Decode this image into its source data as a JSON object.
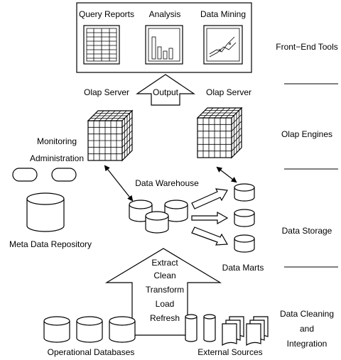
{
  "front_end": {
    "tools": [
      {
        "label": "Query Reports",
        "icon": "table-icon"
      },
      {
        "label": "Analysis",
        "icon": "bar-chart-icon"
      },
      {
        "label": "Data Mining",
        "icon": "line-chart-icon"
      }
    ]
  },
  "olap": {
    "left_label": "Olap Server",
    "right_label": "Olap Server",
    "output_label": "Output"
  },
  "monitoring": {
    "line1": "Monitoring",
    "line2": "Administration"
  },
  "metadata": {
    "label": "Meta Data Repository"
  },
  "warehouse": {
    "label": "Data Warehouse"
  },
  "data_marts": {
    "label": "Data Marts"
  },
  "etl": {
    "steps": [
      "Extract",
      "Clean",
      "Transform",
      "Load",
      "Refresh"
    ]
  },
  "sources": {
    "operational_label": "Operational Databases",
    "external_label": "External Sources"
  },
  "layers": [
    {
      "lines": [
        "Front−End Tools"
      ]
    },
    {
      "lines": [
        "Olap Engines"
      ]
    },
    {
      "lines": [
        "Data Storage"
      ]
    },
    {
      "lines": [
        "Data Cleaning",
        "and",
        "Integration"
      ]
    }
  ]
}
